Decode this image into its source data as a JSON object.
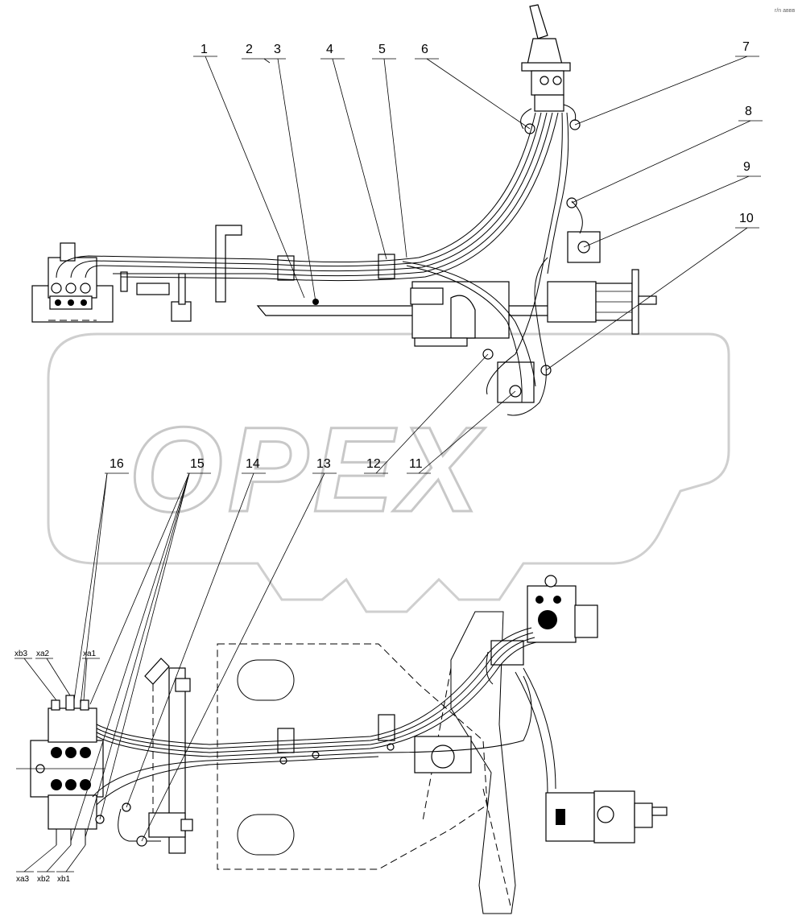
{
  "corner_mark": "r/n аввв",
  "watermark": {
    "text": "OPEX"
  },
  "callouts": [
    {
      "id": "c1",
      "label": "1"
    },
    {
      "id": "c2",
      "label": "2"
    },
    {
      "id": "c3",
      "label": "3"
    },
    {
      "id": "c4",
      "label": "4"
    },
    {
      "id": "c5",
      "label": "5"
    },
    {
      "id": "c6",
      "label": "6"
    },
    {
      "id": "c7",
      "label": "7"
    },
    {
      "id": "c8",
      "label": "8"
    },
    {
      "id": "c9",
      "label": "9"
    },
    {
      "id": "c10",
      "label": "10"
    },
    {
      "id": "c11",
      "label": "11"
    },
    {
      "id": "c12",
      "label": "12"
    },
    {
      "id": "c13",
      "label": "13"
    },
    {
      "id": "c14",
      "label": "14"
    },
    {
      "id": "c15",
      "label": "15"
    },
    {
      "id": "c16",
      "label": "16"
    }
  ],
  "ports": {
    "xb3": "xb3",
    "xa2": "xa2",
    "xa1": "xa1",
    "xa3": "xa3",
    "xb2": "xb2",
    "xb1": "xb1"
  }
}
